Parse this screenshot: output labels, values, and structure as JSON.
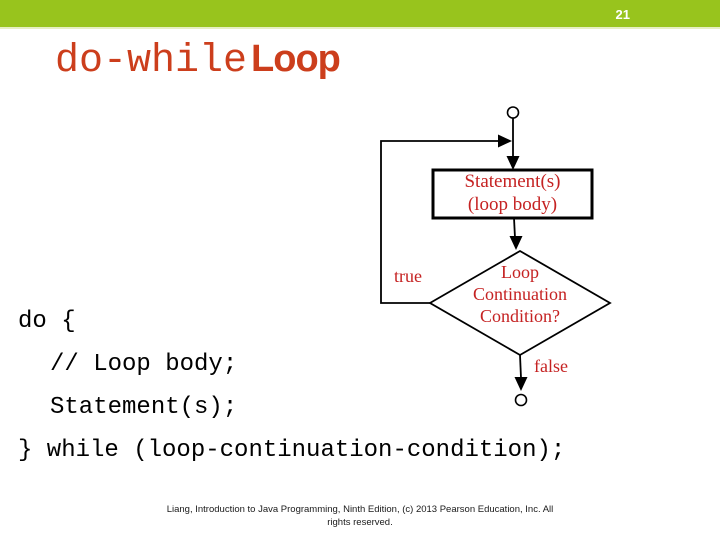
{
  "page": {
    "number": "21"
  },
  "title": {
    "code_part": "do-while",
    "plain_part": "Loop"
  },
  "flowchart": {
    "start_terminal": "circle",
    "end_terminal": "circle",
    "statement_box": {
      "line1": "Statement(s)",
      "line2": "(loop body)"
    },
    "condition_diamond": {
      "line1": "Loop",
      "line2": "Continuation",
      "line3": "Condition?"
    },
    "true_label": "true",
    "false_label": "false"
  },
  "code": {
    "lines": [
      "do {",
      "// Loop body;",
      "Statement(s);",
      "} while (loop-continuation-condition);"
    ]
  },
  "footer": {
    "line1": "Liang, Introduction to Java Programming, Ninth Edition, (c) 2013 Pearson Education, Inc. All",
    "line2": "rights reserved."
  },
  "colors": {
    "accent_green": "#98c41d",
    "title_red_orange": "#cc3e1c",
    "diagram_red": "#c52222",
    "code_black": "#000000",
    "shape_stroke": "#000000"
  }
}
